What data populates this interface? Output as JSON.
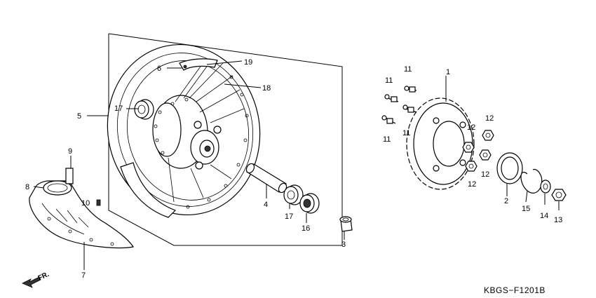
{
  "diagram": {
    "code": "KBGS−F1201B",
    "direction_label": "FR.",
    "callouts": {
      "c1": "1",
      "c2": "2",
      "c3": "3",
      "c4": "4",
      "c5": "5",
      "c6": "6",
      "c7": "7",
      "c8": "8",
      "c9": "9",
      "c10": "10",
      "c11a": "11",
      "c11b": "11",
      "c11c": "11",
      "c11d": "11",
      "c12a": "12",
      "c12b": "12",
      "c12c": "12",
      "c12d": "12",
      "c13": "13",
      "c14": "14",
      "c15": "15",
      "c16": "16",
      "c17a": "17",
      "c17b": "17",
      "c18": "18",
      "c19": "19"
    }
  }
}
